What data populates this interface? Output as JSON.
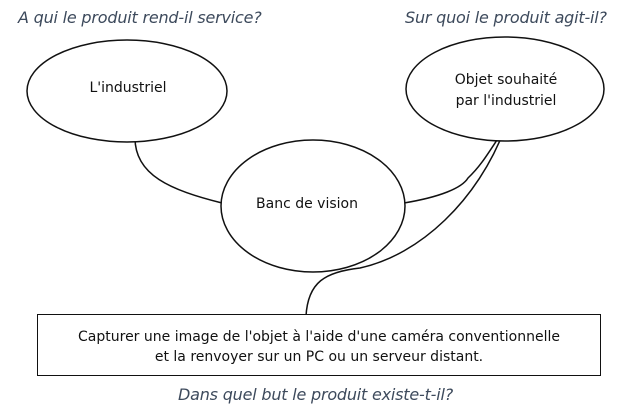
{
  "questions": {
    "user": "A qui le produit rend-il service?",
    "object": "Sur quoi le produit agit-il?",
    "purpose": "Dans quel but le produit existe-t-il?"
  },
  "nodes": {
    "user": "L'industriel",
    "object_line1": "Objet souhaité",
    "object_line2": "par l'industriel",
    "product": "Banc de vision"
  },
  "goal": {
    "line1": "Capturer une image de l'objet à l'aide d'une caméra conventionnelle",
    "line2": "et la renvoyer sur un PC ou un serveur distant."
  },
  "colors": {
    "stroke": "#111111",
    "question_text": "#3d4a5c"
  }
}
